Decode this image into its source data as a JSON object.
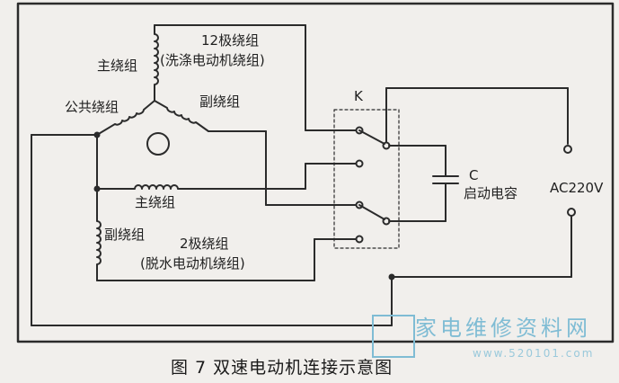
{
  "labels": {
    "winding_12pole": "12极绕组",
    "wash_motor_winding": "(洗涤电动机绕组)",
    "main_winding_top": "主绕组",
    "common_winding": "公共绕组",
    "aux_winding_top": "副绕组",
    "main_winding_mid": "主绕组",
    "aux_winding_bottom": "副绕组",
    "winding_2pole": "2极绕组",
    "spin_motor_winding": "(脱水电动机绕组)",
    "switch_k": "K",
    "capacitor_c": "C",
    "start_capacitor": "启动电容",
    "ac_supply": "AC220V"
  },
  "caption": "图 7   双速电动机连接示意图",
  "watermark": {
    "text": "家电维修资料网",
    "url": "www.520101.com"
  },
  "colors": {
    "line": "#2b2b2b",
    "background": "#f1efec",
    "watermark": "#7fbcd4"
  }
}
